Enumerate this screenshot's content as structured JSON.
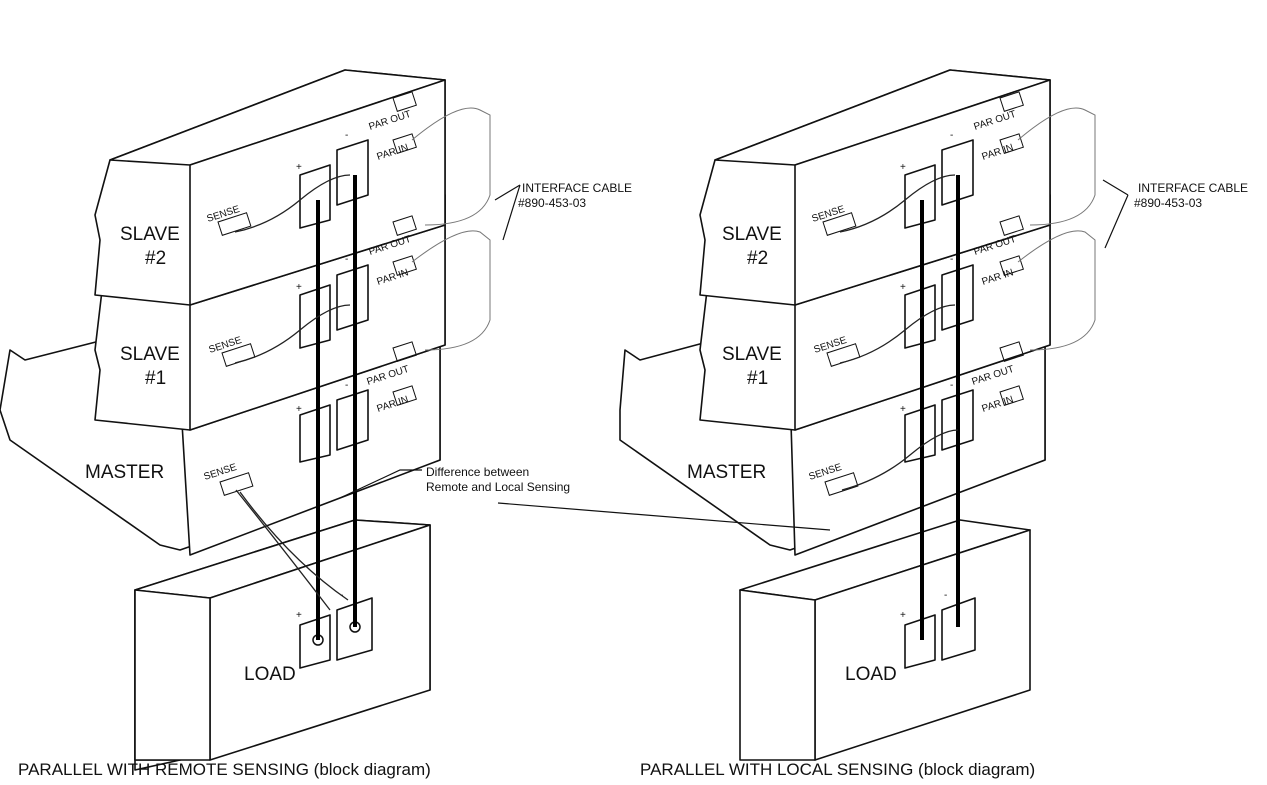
{
  "left": {
    "units": {
      "slave2": "SLAVE\n#2",
      "slave2_line1": "SLAVE",
      "slave2_line2": "#2",
      "slave1_line1": "SLAVE",
      "slave1_line2": "#1",
      "master": "MASTER",
      "load": "LOAD"
    },
    "sense": "SENSE",
    "par_out": "PAR OUT",
    "par_in": "PAR IN",
    "plus": "+",
    "minus": "-",
    "cable_label_1": "INTERFACE CABLE",
    "cable_label_2": "#890-453-03",
    "note_1": "Difference between",
    "note_2": "Remote and Local Sensing",
    "caption": "PARALLEL WITH REMOTE SENSING  (block diagram)"
  },
  "right": {
    "units": {
      "slave2_line1": "SLAVE",
      "slave2_line2": "#2",
      "slave1_line1": "SLAVE",
      "slave1_line2": "#1",
      "master": "MASTER",
      "load": "LOAD"
    },
    "sense": "SENSE",
    "par_out": "PAR OUT",
    "par_in": "PAR IN",
    "plus": "+",
    "minus": "-",
    "cable_label_1": "INTERFACE CABLE",
    "cable_label_2": "#890-453-03",
    "caption": "PARALLEL WITH LOCAL SENSING  (block diagram)"
  }
}
